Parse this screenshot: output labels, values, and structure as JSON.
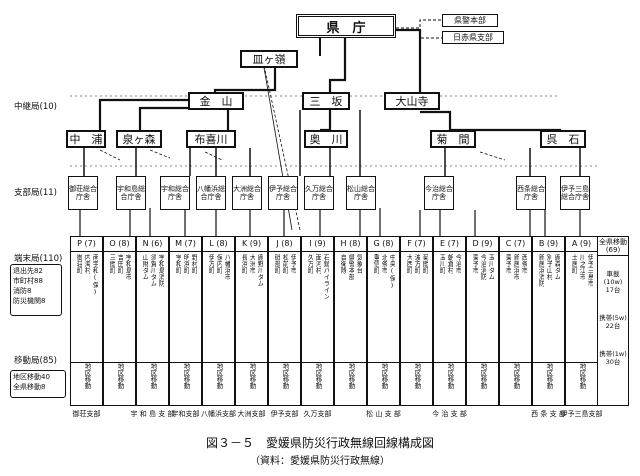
{
  "prefecture": "県　庁",
  "outer_boxes": [
    "県警本部",
    "日赤県支部"
  ],
  "relay_stations": {
    "matsuyama": "皿ヶ嶺",
    "kanayama": "金　山",
    "mitsusaka": "三　坂",
    "daisanji": "大山寺",
    "nakaura": "中　浦",
    "izumigamori": "泉ヶ森",
    "fukirogawa": "布喜川",
    "okukawa": "奥　川",
    "kokai": "菊　間",
    "kure": "呉　石"
  },
  "tiers": {
    "relay": "中継局(10)",
    "branch": "支部局(11)",
    "terminal": "端末局(110)",
    "mobile": "移動局(85)"
  },
  "terminal_brackets": [
    "退出先82",
    "市町村88",
    "消防8",
    "防災機関8"
  ],
  "mobile_brackets": [
    "地区移動40",
    "全県移動8"
  ],
  "branch_offices": [
    "御荘総合庁舎",
    "宇和島総合庁舎",
    "宇和総合庁舎",
    "八幡浜総合庁舎",
    "大洲総合庁舎",
    "伊予総合庁舎",
    "久万総合庁舎",
    "松山総合庁舎",
    "今治総合庁舎",
    "西条総合庁舎",
    "伊予三島総合庁舎"
  ],
  "station_columns": [
    {
      "head": "P (7)",
      "names": [
        "南宇和(保)",
        "内海村",
        "御荘町",
        "城辺町",
        "一本松町",
        "西海町"
      ],
      "bottom": "地区移動",
      "sub": "御荘支部"
    },
    {
      "head": "O (8)",
      "names": [
        "宇和島市",
        "吉田町",
        "三間町",
        "広見町",
        "松野町",
        "日吉村",
        "津島町"
      ],
      "bottom": "地区移動",
      "sub": ""
    },
    {
      "head": "N (6)",
      "names": [
        "宇和島消防",
        "須賀川ダム",
        "山財ダム",
        "北宇和(保)",
        "宇和島(港)",
        "宇和島消防"
      ],
      "bottom": "地区移動",
      "sub": "宇 和 島 支 部"
    },
    {
      "head": "M (7)",
      "names": [
        "野村町",
        "明浜町",
        "宇和町",
        "野村町",
        "城川町",
        "野村ダム",
        "東宇和消防"
      ],
      "bottom": "地区移動",
      "sub": "宇和支部"
    },
    {
      "head": "L (8)",
      "names": [
        "八幡浜市",
        "保内町",
        "伊方町",
        "瀬戸町",
        "三崎町",
        "八幡浜(保)",
        "伊方原発"
      ],
      "bottom": "地区移動",
      "sub": "八幡浜支部"
    },
    {
      "head": "K (9)",
      "names": [
        "鹿野川ダム",
        "大洲市",
        "長浜町",
        "内子町",
        "五十崎町",
        "肱川町",
        "河辺村"
      ],
      "bottom": "地区移動",
      "sub": "大洲支部"
    },
    {
      "head": "J (8)",
      "names": [
        "伊予市",
        "松前町",
        "砥部町",
        "中山町",
        "双海町",
        "伊予消防"
      ],
      "bottom": "地区移動",
      "sub": "伊予支部"
    },
    {
      "head": "I (9)",
      "names": [
        "石鎚パイライン",
        "面河村",
        "久万町",
        "美川村",
        "柳谷村",
        "小田町",
        "上浮穴消防"
      ],
      "bottom": "地区移動",
      "sub": "久万支部"
    },
    {
      "head": "H (8)",
      "names": [
        "気象台",
        "県警本部",
        "自衛隊",
        "電力",
        "ＮＴＴ",
        "ＲＮＣ",
        "ＥＢＣ"
      ],
      "bottom": "地区移動",
      "sub": ""
    },
    {
      "head": "G (8)",
      "names": [
        "中央(保)",
        "北条市",
        "重信町",
        "川内町",
        "温泉郡",
        "松山市",
        "中島町"
      ],
      "bottom": "地区移動",
      "sub": "松 山 支 部"
    },
    {
      "head": "F (7)",
      "names": [
        "菊間町",
        "波方町",
        "大西町",
        "吉海町",
        "上浦町",
        "大三島町",
        "関前村"
      ],
      "bottom": "地区移動",
      "sub": ""
    },
    {
      "head": "E (7)",
      "names": [
        "今治市",
        "朝倉村",
        "玉川町",
        "魚島村",
        "弓削町",
        "生名村",
        "岩城村"
      ],
      "bottom": "地区移動",
      "sub": "今 治 支 部"
    },
    {
      "head": "D (9)",
      "names": [
        "玉川ダム",
        "今治消防",
        "東予市",
        "大西町",
        "波方町",
        "今治(保)"
      ],
      "bottom": "地区移動",
      "sub": ""
    },
    {
      "head": "C (7)",
      "names": [
        "西条市",
        "新居浜市",
        "東予市",
        "小松町",
        "丹原町",
        "周桑消防"
      ],
      "bottom": "地区移動",
      "sub": ""
    },
    {
      "head": "B (9)",
      "names": [
        "鹿森ダム",
        "別子山村",
        "新居浜消防",
        "西条消防",
        "新宮村",
        "土居町",
        "西条(保)"
      ],
      "bottom": "地区移動",
      "sub": "西 条 支 部"
    },
    {
      "head": "A (9)",
      "names": [
        "伊予三島市",
        "川之江市",
        "土居町",
        "新宮村",
        "別子山村",
        "三島消防",
        "宇摩(保)"
      ],
      "bottom": "地区移動",
      "sub": "伊予三島支部"
    }
  ],
  "all_prefecture_mobile": {
    "head": "全県移動\n(69)",
    "lines": [
      "車載(10w)\n17台",
      "携帯(5w)\n22台",
      "携帯(1w)\n30台"
    ]
  },
  "caption": {
    "title": "図３－５　愛媛県防災行政無線回線構成図",
    "source": "（資料：愛媛県防災行政無線）"
  }
}
